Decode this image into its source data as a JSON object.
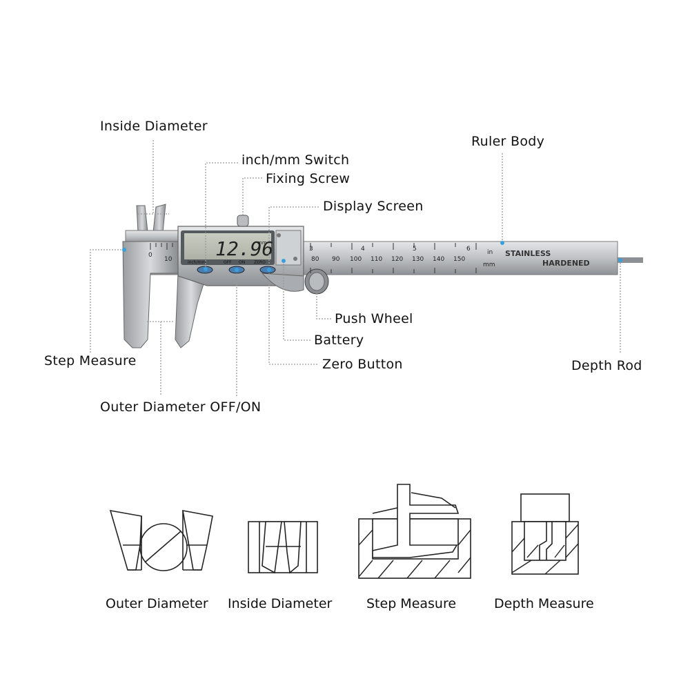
{
  "labels": {
    "inside_diameter": "Inside Diameter",
    "inch_mm_switch": "inch/mm Switch",
    "fixing_screw": "Fixing Screw",
    "display_screen": "Display Screen",
    "ruler_body": "Ruler Body",
    "push_wheel": "Push Wheel",
    "battery": "Battery",
    "zero_button": "Zero Button",
    "step_measure": "Step Measure",
    "outer_diameter_off_on": "Outer Diameter OFF/ON",
    "depth_rod": "Depth Rod"
  },
  "device": {
    "display_reading": "12.96",
    "display_unit": "mm",
    "button_labels": [
      "inch/mm",
      "OFF",
      "ON",
      "ZERO"
    ],
    "ruler_text_1": "STAINLESS",
    "ruler_text_2": "HARDENED",
    "inch_unit": "in",
    "mm_unit": "mm",
    "mm_scale": [
      "0",
      "10",
      "80",
      "90",
      "100",
      "110",
      "120",
      "130",
      "140",
      "150"
    ],
    "inch_scale": [
      "3",
      "4",
      "5",
      "6"
    ]
  },
  "usage_captions": [
    "Outer Diameter",
    "Inside Diameter",
    "Step Measure",
    "Depth Measure"
  ],
  "colors": {
    "accent_dot": "#3aa0dc",
    "metal": "#c8cacc",
    "lcd": "#b9bcb0"
  }
}
